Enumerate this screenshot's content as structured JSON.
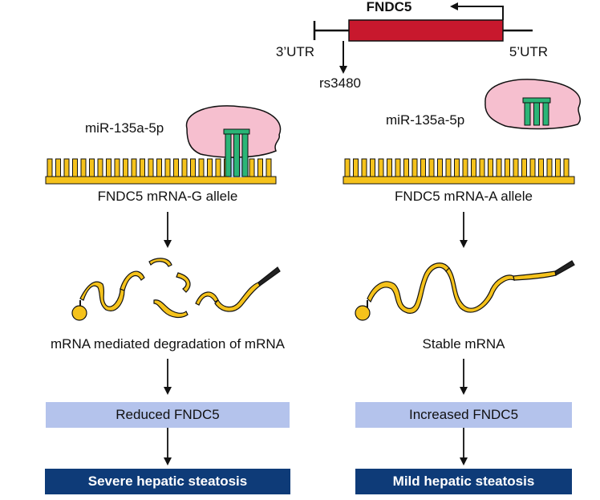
{
  "gene": {
    "name": "FNDC5",
    "utr3": "3’UTR",
    "utr5": "5’UTR",
    "snp": "rs3480",
    "colors": {
      "exon": "#c8182d",
      "line": "#111111"
    }
  },
  "left": {
    "mirna": "miR-135a-5p",
    "allele": "FNDC5 mRNA-G allele",
    "fate": "mRNA mediated degradation of mRNA",
    "expression": "Reduced FNDC5",
    "outcome": "Severe hepatic steatosis"
  },
  "right": {
    "mirna": "miR-135a-5p",
    "allele": "FNDC5 mRNA-A allele",
    "fate": "Stable mRNA",
    "expression": "Increased FNDC5",
    "outcome": "Mild hepatic steatosis"
  },
  "colors": {
    "mrna_comb": "#f5c21b",
    "ago_blob": "#f6bfcf",
    "mirna_seed": "#2bb577",
    "pair_highlight": "#b3c8ea",
    "light_box": "#b4c3ec",
    "dark_box": "#0e3b78"
  },
  "icons": [
    "arrow-down-icon",
    "transcription-start-arrow-icon",
    "mrna-ribbon-icon",
    "ago-complex-icon"
  ]
}
